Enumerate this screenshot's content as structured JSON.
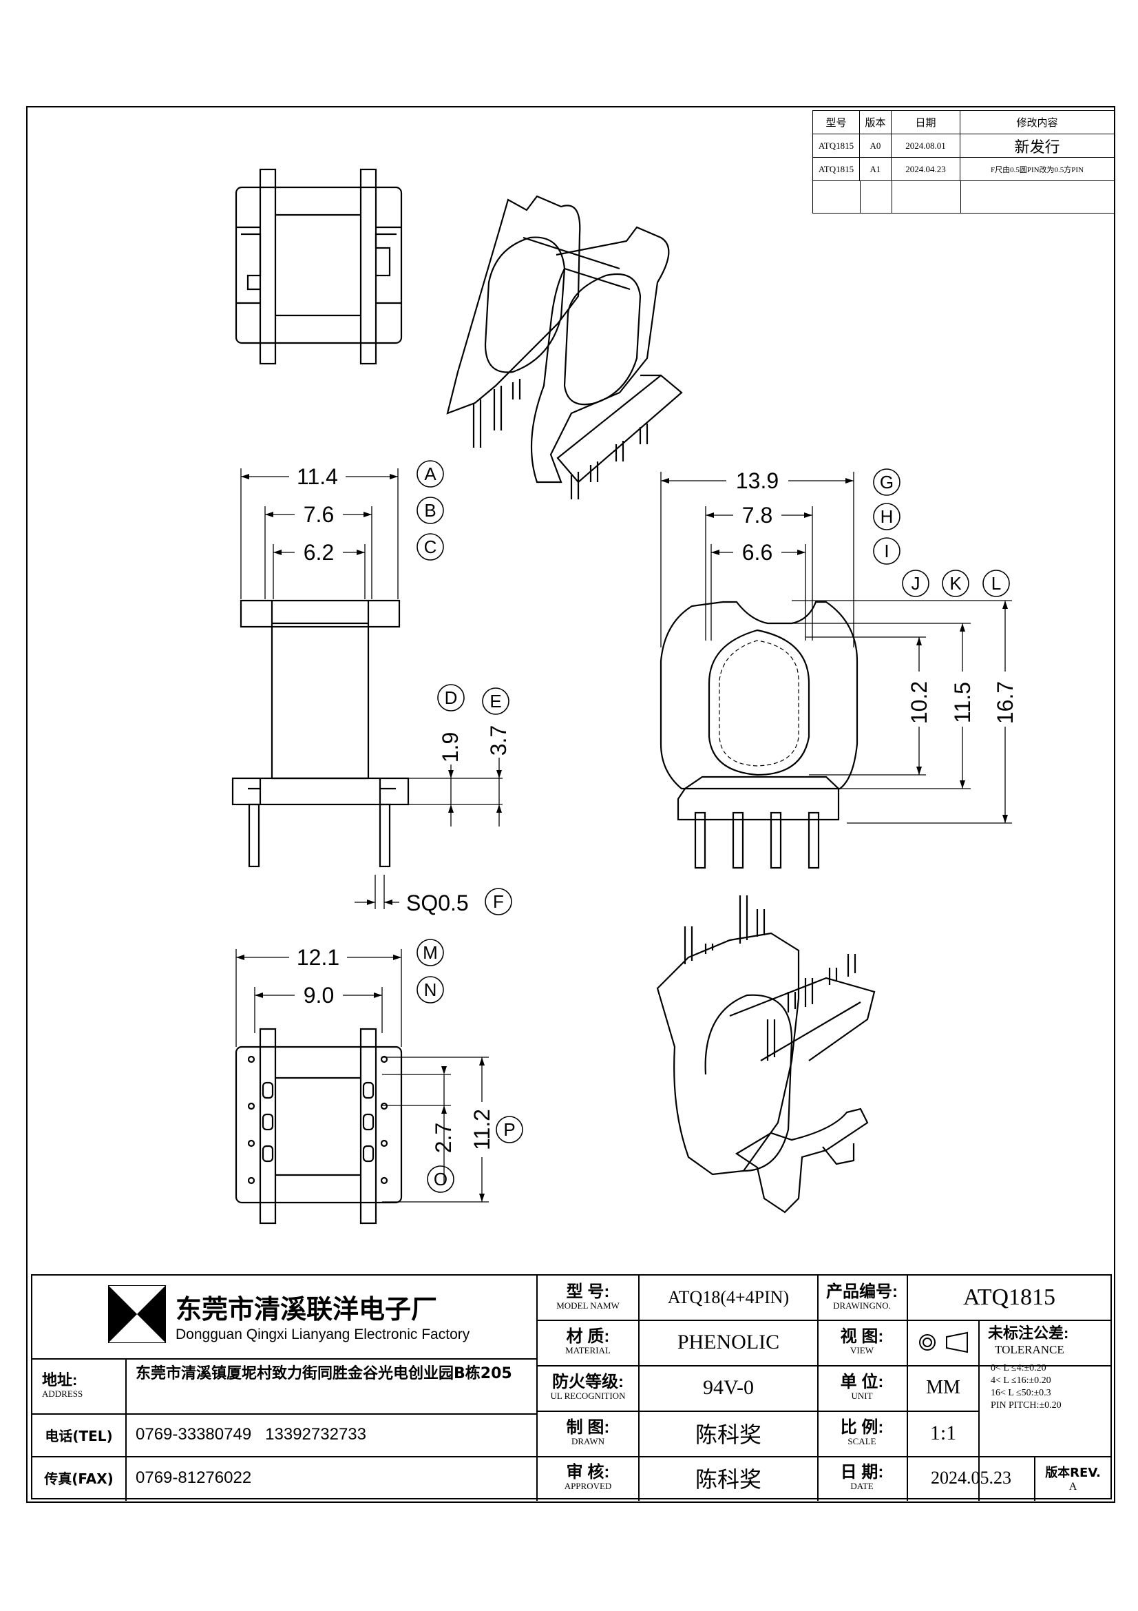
{
  "revision_table": {
    "headers": [
      "型号",
      "版本",
      "日期",
      "修改内容"
    ],
    "rows": [
      [
        "ATQ1815",
        "A0",
        "2024.08.01",
        "新发行"
      ],
      [
        "ATQ1815",
        "A1",
        "2024.04.23",
        "F尺由0.5圆PIN改为0.5方PIN"
      ]
    ]
  },
  "dimensions": {
    "A": "11.4",
    "B": "7.6",
    "C": "6.2",
    "D": "1.9",
    "E": "3.7",
    "F": "SQ0.5",
    "G": "13.9",
    "H": "7.8",
    "I": "6.6",
    "J": "10.2",
    "K": "11.5",
    "L": "16.7",
    "M": "12.1",
    "N": "9.0",
    "O": "2.7",
    "P": "11.2"
  },
  "company": {
    "name_cn": "东莞市清溪联洋电子厂",
    "name_en": "Dongguan Qingxi Lianyang Electronic Factory",
    "address_label": "地址:",
    "address_label_en": "ADDRESS",
    "address": "东莞市清溪镇厦坭村致力街同胜金谷光电创业园B栋205",
    "tel_label": "电话(TEL)",
    "tel": "0769-33380749   13392732733",
    "fax_label": "传真(FAX)",
    "fax": "0769-81276022"
  },
  "title_block": {
    "model_label": "型 号:",
    "model_label_en": "MODEL NAMW",
    "model": "ATQ18(4+4PIN)",
    "drawing_no_label": "产品编号:",
    "drawing_no_label_en": "DRAWINGNO.",
    "drawing_no": "ATQ1815",
    "material_label": "材 质:",
    "material_label_en": "MATERIAL",
    "material": "PHENOLIC",
    "view_label": "视 图:",
    "view_label_en": "VIEW",
    "tolerance_label": "未标注公差:",
    "tolerance_label_en": "TOLERANCE",
    "tolerance_lines": [
      "0< L ≤4:±0.20",
      "4< L ≤16:±0.20",
      "16< L ≤50:±0.3",
      "PIN PITCH:±0.20"
    ],
    "ul_label": "防火等级:",
    "ul_label_en": "UL RECOGNITION",
    "ul": "94V-0",
    "unit_label": "单 位:",
    "unit_label_en": "UNIT",
    "unit": "MM",
    "drawn_label": "制 图:",
    "drawn_label_en": "DRAWN",
    "drawn": "陈科奖",
    "scale_label": "比 例:",
    "scale_label_en": "SCALE",
    "scale": "1:1",
    "approved_label": "审 核:",
    "approved_label_en": "APPROVED",
    "approved": "陈科奖",
    "date_label": "日 期:",
    "date_label_en": "DATE",
    "date": "2024.05.23",
    "rev_label": "版本REV.",
    "rev": "A"
  }
}
